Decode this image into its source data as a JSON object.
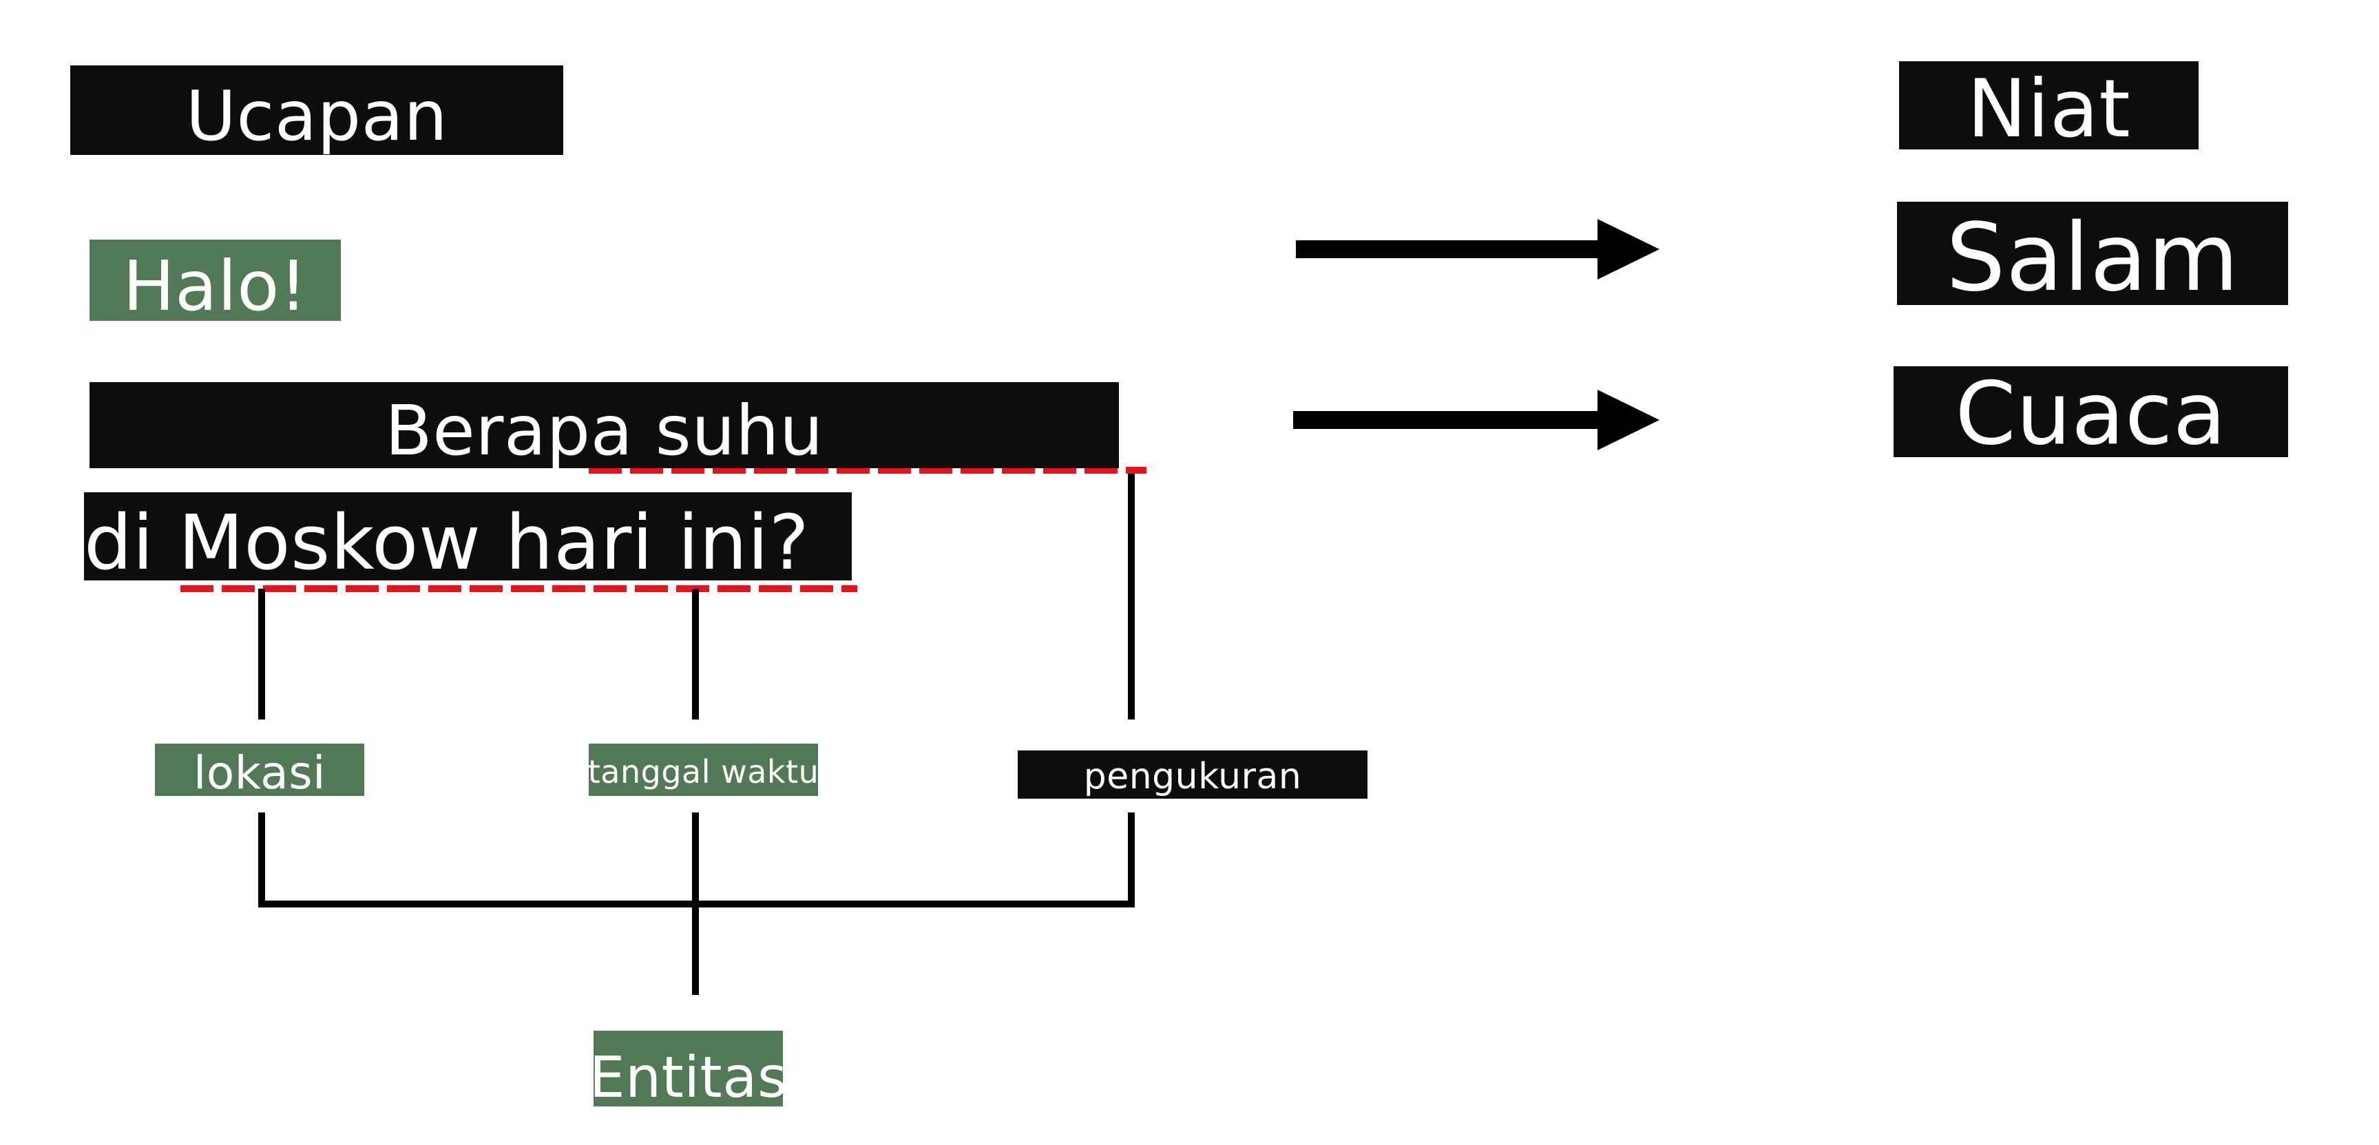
{
  "diagram": {
    "utterance_header": "Ucapan",
    "intent_header": "Niat",
    "utterances": [
      "Halo!",
      "Berapa suhu",
      "di Moskow hari ini?"
    ],
    "intents": [
      "Salam",
      "Cuaca"
    ],
    "entity_types": [
      "lokasi",
      "tanggal waktu",
      "pengukuran"
    ],
    "entities_label": "Entitas",
    "colors": {
      "dark_box": "#0d0d0d",
      "green_box": "#517955",
      "highlight": "#e8141c",
      "line": "#000000"
    }
  }
}
